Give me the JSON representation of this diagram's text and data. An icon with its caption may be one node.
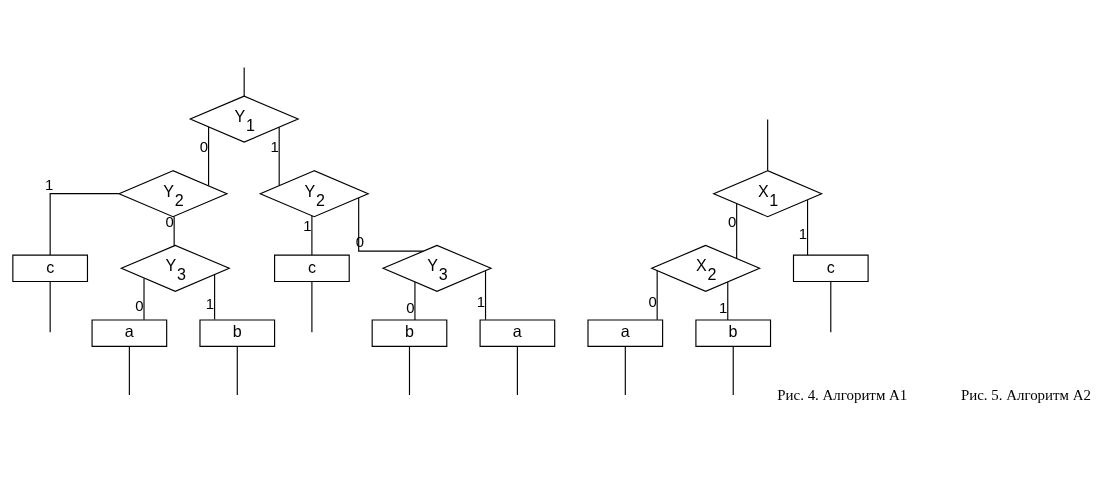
{
  "diagram": {
    "nodes": [
      {
        "text": [
          "Y$_{1}$"
        ]
      },
      {
        "text": [
          "Y$_{2}$"
        ]
      },
      {
        "text": [
          "c"
        ]
      },
      {
        "text": [
          "Y$_{3}$"
        ]
      },
      {
        "text": [
          "a"
        ]
      },
      {
        "text": [
          "b"
        ]
      },
      {
        "text": [
          "Y$_{2}$"
        ]
      },
      {
        "text": [
          "c"
        ]
      },
      {
        "text": [
          "Y$_{3}$"
        ]
      },
      {
        "text": [
          "b"
        ]
      },
      {
        "text": [
          "a"
        ]
      },
      {
        "text": [
          "X$_{1}$"
        ]
      },
      {
        "text": [
          "X$_{2}$"
        ]
      },
      {
        "text": [
          "c"
        ]
      },
      {
        "text": [
          "a"
        ]
      },
      {
        "text": [
          "b"
        ]
      }
    ],
    "edges": [
      {
        "from": null,
        "to": 0,
        "arrow": "none"
      },
      {
        "from": 0,
        "to": 1,
        "arrow": "none",
        "label": "0"
      },
      {
        "from": 0,
        "to": 6,
        "arrow": "none",
        "label": "1"
      },
      {
        "from": 1,
        "to": 3,
        "arrow": "none",
        "label": "0"
      },
      {
        "from": 1,
        "to": 2,
        "arrow": "none",
        "label": "1"
      },
      {
        "from": 3,
        "to": 4,
        "arrow": "none",
        "label": "0"
      },
      {
        "from": 3,
        "to": 5,
        "arrow": "none",
        "label": "1"
      },
      {
        "from": 6,
        "to": 8,
        "arrow": "none",
        "label": "0"
      },
      {
        "from": 6,
        "to": 7,
        "arrow": "none",
        "label": "1"
      },
      {
        "from": 8,
        "to": 9,
        "arrow": "none",
        "label": "0"
      },
      {
        "from": 8,
        "to": 10,
        "arrow": "none",
        "label": "1"
      },
      {
        "from": 4,
        "to": null,
        "arrow": "none"
      },
      {
        "from": 5,
        "to": null,
        "arrow": "none"
      },
      {
        "from": 2,
        "to": null,
        "arrow": "none"
      },
      {
        "from": 9,
        "to": null,
        "arrow": "none"
      },
      {
        "from": 10,
        "to": null,
        "arrow": "none"
      },
      {
        "from": 7,
        "to": null,
        "arrow": "none"
      },
      {
        "from": null,
        "to": 11,
        "arrow": "none"
      },
      {
        "from": 11,
        "to": 12,
        "arrow": "none",
        "label": "0"
      },
      {
        "from": 11,
        "to": 13,
        "arrow": "none",
        "label": "1"
      },
      {
        "from": 12,
        "to": 14,
        "arrow": "none",
        "label": "0"
      },
      {
        "from": 12,
        "to": 15,
        "arrow": "none",
        "label": "1"
      },
      {
        "from": 14,
        "to": null,
        "arrow": "none"
      },
      {
        "from": 15,
        "to": null,
        "arrow": "none"
      },
      {
        "from": 13,
        "to": null,
        "arrow": "none"
      }
    ],
    "labels": [
      "Рис. 4. Алгоритм А1",
      "Рис. 5. Алгоритм А2"
    ]
  }
}
